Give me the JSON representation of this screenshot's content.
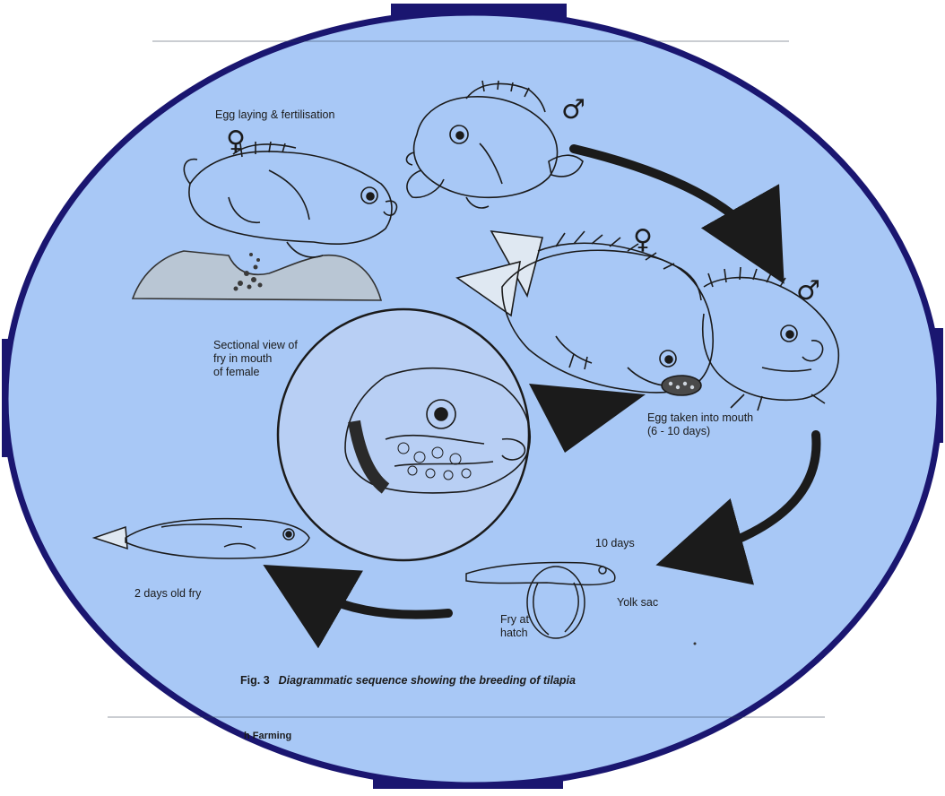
{
  "labels": {
    "egg_laying": "Egg laying & fertilisation",
    "sectional_view": [
      "Sectional view of",
      "fry in mouth",
      "of female"
    ],
    "egg_taken": [
      "Egg taken into mouth",
      "(6 - 10 days)"
    ],
    "ten_days": "10 days",
    "yolk_sac": "Yolk sac",
    "fry_at_hatch": [
      "Fry at",
      "hatch"
    ],
    "two_days_fry": "2 days old fry"
  },
  "symbols": {
    "female": "♀",
    "male": "♂"
  },
  "caption": {
    "fig_number": "Fig. 3",
    "text": "Diagrammatic sequence showing the breeding of tilapia"
  },
  "footer": "h Farming",
  "colors": {
    "background_disc": "#a8c8f6",
    "border": "#1a1670",
    "ink": "#1b1b1b"
  }
}
